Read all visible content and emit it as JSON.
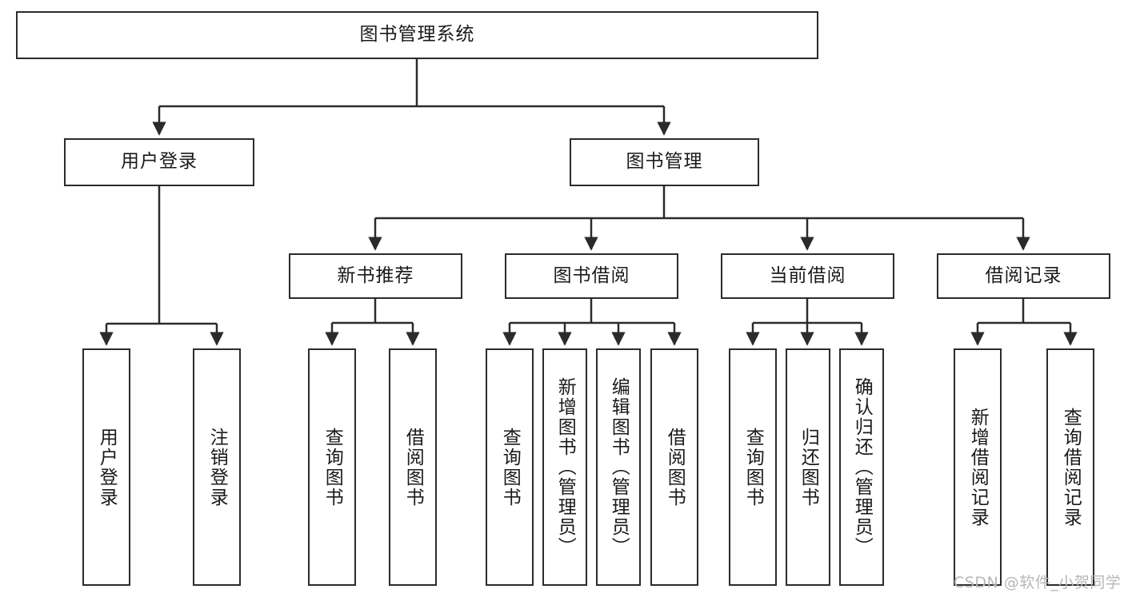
{
  "diagram": {
    "title": "图书管理系统",
    "type": "hierarchy-tree",
    "colors": {
      "box_border": "#2b2b2b",
      "box_fill": "#ffffff",
      "edge": "#2b2b2b",
      "text": "#1a1a1a",
      "watermark": "#b7b7b7",
      "background": "#ffffff"
    },
    "watermark": "CSDN @软件_小贺同学",
    "levels": {
      "root": {
        "label": "图书管理系统"
      },
      "level2": [
        {
          "label": "用户登录"
        },
        {
          "label": "图书管理"
        }
      ],
      "level3": [
        {
          "label": "新书推荐"
        },
        {
          "label": "图书借阅"
        },
        {
          "label": "当前借阅"
        },
        {
          "label": "借阅记录"
        }
      ],
      "leaves": [
        {
          "label": "用户登录",
          "parent": "用户登录"
        },
        {
          "label": "注销登录",
          "parent": "用户登录"
        },
        {
          "label": "查询图书",
          "parent": "新书推荐"
        },
        {
          "label": "借阅图书",
          "parent": "新书推荐"
        },
        {
          "label": "查询图书",
          "parent": "图书借阅"
        },
        {
          "label": "新增图书（管理员）",
          "parent": "图书借阅"
        },
        {
          "label": "编辑图书（管理员）",
          "parent": "图书借阅"
        },
        {
          "label": "借阅图书",
          "parent": "图书借阅"
        },
        {
          "label": "查询图书",
          "parent": "当前借阅"
        },
        {
          "label": "归还图书",
          "parent": "当前借阅"
        },
        {
          "label": "确认归还（管理员）",
          "parent": "当前借阅"
        },
        {
          "label": "新增借阅记录",
          "parent": "借阅记录"
        },
        {
          "label": "查询借阅记录",
          "parent": "借阅记录"
        }
      ]
    }
  }
}
